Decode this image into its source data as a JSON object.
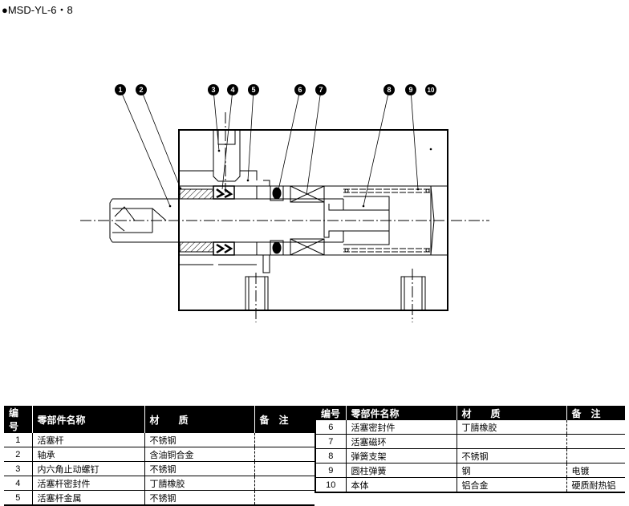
{
  "title": "●MSD-YL-6・8",
  "callouts": [
    "1",
    "2",
    "3",
    "4",
    "5",
    "6",
    "7",
    "8",
    "9",
    "10"
  ],
  "table": {
    "headers": [
      "编号",
      "零部件名称",
      "材　　质",
      "备　注"
    ],
    "left": [
      [
        "1",
        "活塞杆",
        "不锈钢",
        ""
      ],
      [
        "2",
        "轴承",
        "含油铜合金",
        ""
      ],
      [
        "3",
        "内六角止动螺钉",
        "不锈钢",
        ""
      ],
      [
        "4",
        "活塞杆密封件",
        "丁腈橡胶",
        ""
      ],
      [
        "5",
        "活塞杆金属",
        "不锈钢",
        ""
      ]
    ],
    "right": [
      [
        "6",
        "活塞密封件",
        "丁腈橡胶",
        ""
      ],
      [
        "7",
        "活塞磁环",
        "",
        ""
      ],
      [
        "8",
        "弹簧支架",
        "不锈钢",
        ""
      ],
      [
        "9",
        "圆柱弹簧",
        "钢",
        "电镀"
      ],
      [
        "10",
        "本体",
        "铝合金",
        "硬质耐热铝"
      ]
    ]
  }
}
